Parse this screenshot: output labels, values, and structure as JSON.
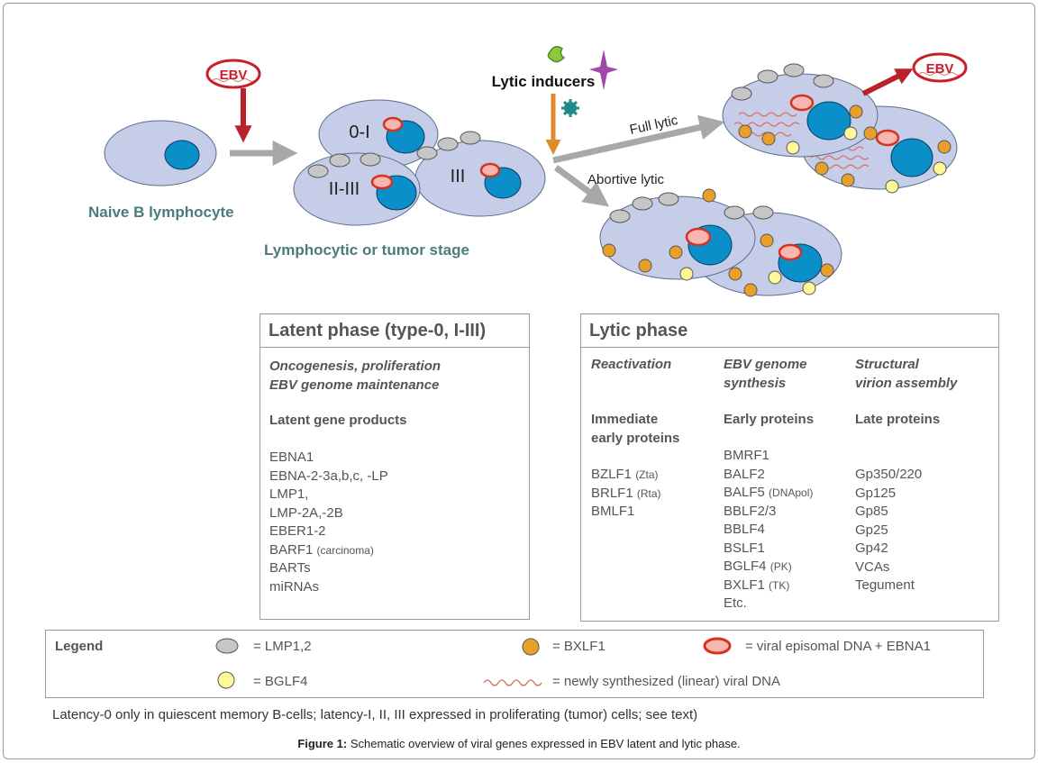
{
  "diagram": {
    "ebv_tag": "EBV",
    "naive_label": "Naive B lymphocyte",
    "stage_label": "Lymphocytic or tumor stage",
    "latency_labels": [
      "0-I",
      "II-III",
      "III"
    ],
    "lytic_inducers": "Lytic inducers",
    "full_lytic": "Full lytic",
    "abortive_lytic": "Abortive lytic",
    "colors": {
      "cell": "#c5cde8",
      "nucleus": "#0a8fc8",
      "episome_fill": "#f6b6b1",
      "episome_ring": "#d6321e",
      "lmp": "#c6c6c6",
      "bxlf1": "#e8a028",
      "bglf4": "#fff799",
      "arrow_gray": "#a8a8a8",
      "arrow_red": "#b8232a",
      "arrow_orange": "#e08a2a",
      "teal_text": "#4b7b7b"
    }
  },
  "latent_box": {
    "title": "Latent phase (type-0, I-III)",
    "subtitle_lines": [
      "Oncogenesis, proliferation",
      "EBV genome maintenance"
    ],
    "heading": "Latent gene products",
    "items": [
      {
        "text": "EBNA1",
        "note": ""
      },
      {
        "text": "EBNA-2-3a,b,c,  -LP",
        "note": ""
      },
      {
        "text": "LMP1,",
        "note": ""
      },
      {
        "text": "LMP-2A,-2B",
        "note": ""
      },
      {
        "text": "EBER1-2",
        "note": ""
      },
      {
        "text": "BARF1",
        "note": "(carcinoma)"
      },
      {
        "text": "BARTs",
        "note": ""
      },
      {
        "text": "miRNAs",
        "note": ""
      }
    ]
  },
  "lytic_box": {
    "title": "Lytic phase",
    "columns": [
      {
        "subtitle_lines": [
          "Reactivation"
        ],
        "heading_lines": [
          "Immediate",
          "early proteins"
        ],
        "items": [
          {
            "text": "BZLF1",
            "note": "(Zta)"
          },
          {
            "text": "BRLF1",
            "note": "(Rta)"
          },
          {
            "text": "BMLF1",
            "note": ""
          }
        ]
      },
      {
        "subtitle_lines": [
          "EBV genome",
          "synthesis"
        ],
        "heading_lines": [
          "Early proteins"
        ],
        "items": [
          {
            "text": "BMRF1",
            "note": ""
          },
          {
            "text": "BALF2",
            "note": ""
          },
          {
            "text": "BALF5",
            "note": "(DNApol)"
          },
          {
            "text": "BBLF2/3",
            "note": ""
          },
          {
            "text": "BBLF4",
            "note": ""
          },
          {
            "text": "BSLF1",
            "note": ""
          },
          {
            "text": "BGLF4",
            "note": "(PK)"
          },
          {
            "text": "BXLF1",
            "note": "(TK)"
          },
          {
            "text": "Etc.",
            "note": ""
          }
        ]
      },
      {
        "subtitle_lines": [
          "Structural",
          "virion assembly"
        ],
        "heading_lines": [
          "Late proteins"
        ],
        "items": [
          {
            "text": "Gp350/220",
            "note": ""
          },
          {
            "text": "Gp125",
            "note": ""
          },
          {
            "text": "Gp85",
            "note": ""
          },
          {
            "text": "Gp25",
            "note": ""
          },
          {
            "text": "Gp42",
            "note": ""
          },
          {
            "text": "VCAs",
            "note": ""
          },
          {
            "text": "Tegument",
            "note": ""
          }
        ]
      }
    ]
  },
  "legend": {
    "title": "Legend",
    "lmp": "= LMP1,2",
    "bxlf1": "= BXLF1",
    "episome": "= viral episomal DNA + EBNA1",
    "bglf4": "= BGLF4",
    "linear_dna": "= newly synthesized (linear) viral DNA"
  },
  "footnote": "Latency-0 only in quiescent memory B-cells; latency-I, II, III  expressed in proliferating (tumor) cells; see text)",
  "caption": {
    "label": "Figure 1:",
    "text": " Schematic overview of viral genes expressed in EBV latent and lytic phase."
  }
}
